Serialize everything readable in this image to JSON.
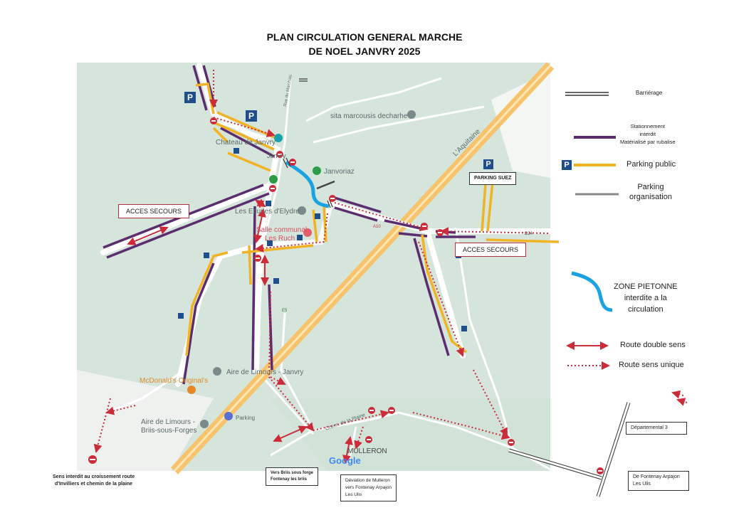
{
  "title": {
    "line1": "PLAN CIRCULATION GENERAL MARCHE",
    "line2": "DE NOEL JANVRY 2025"
  },
  "legend": {
    "barrierage": "Barriérage",
    "stationnement": [
      "Stationnement",
      "interdit",
      "Matérialisé par rubalise"
    ],
    "parking_public": "Parking public",
    "parking_organisation": [
      "Parking",
      "organisation"
    ],
    "zone_pietonne": [
      "ZONE PIETONNE",
      "interdite a la",
      "circulation"
    ],
    "double_sens": "Route double sens",
    "sens_unique": "Route sens unique",
    "p_glyph": "P"
  },
  "map_labels": {
    "sita": "sita marcousis decharhe",
    "chateau": "Chateau de Janvry",
    "janvry": "Janvry",
    "janvoriaz": "Janvoriaz",
    "ecuries": "Les Ecuries d'Elydre",
    "salle": "Salle communal",
    "ruch": "Les Ruch",
    "aquitaine": "L'Aquitaine",
    "mcdonalds": "McDonald's Original's",
    "aire_limours_janvry": "Aire de Limours - Janvry",
    "aire_limours_briis": [
      "Aire de Limours -",
      "Briis-sous-Forges"
    ],
    "parking": "Parking",
    "mulleron": "MULLERON",
    "chem_plaine": "Chem. de la Plaine",
    "rue_marchais": "Rue du Marchais",
    "google": "Google",
    "road_d24": "D24",
    "road_a10": "A10",
    "road_e5": "E5"
  },
  "callouts": {
    "acces_secours_left": "ACCES SECOURS",
    "acces_secours_right": "ACCES SECOURS",
    "parking_suez": "PARKING SUEZ",
    "sens_interdit": [
      "Sens interdit au croissement route",
      "d'Invilliers et chemin de la plaine"
    ],
    "vers_briis": [
      "Vers Briis sous forge",
      "Fontenay les briis"
    ],
    "deviation": [
      "Déviation de Mulleron",
      "vers  Fontenay Arpajon",
      "Les Ulis"
    ],
    "departemental": "Départemental 3",
    "de_fontenay": [
      "De  Fontenay Arpajon",
      "Les Ulis"
    ]
  },
  "colors": {
    "map_bg": "#d6e5dc",
    "road": "#ffffff",
    "highway": "#f6c36a",
    "purple": "#5b2d6e",
    "yellow": "#f0b323",
    "red": "#cc2b3a",
    "blue_zone": "#1aa3e0",
    "p_blue": "#1f4e8c"
  }
}
